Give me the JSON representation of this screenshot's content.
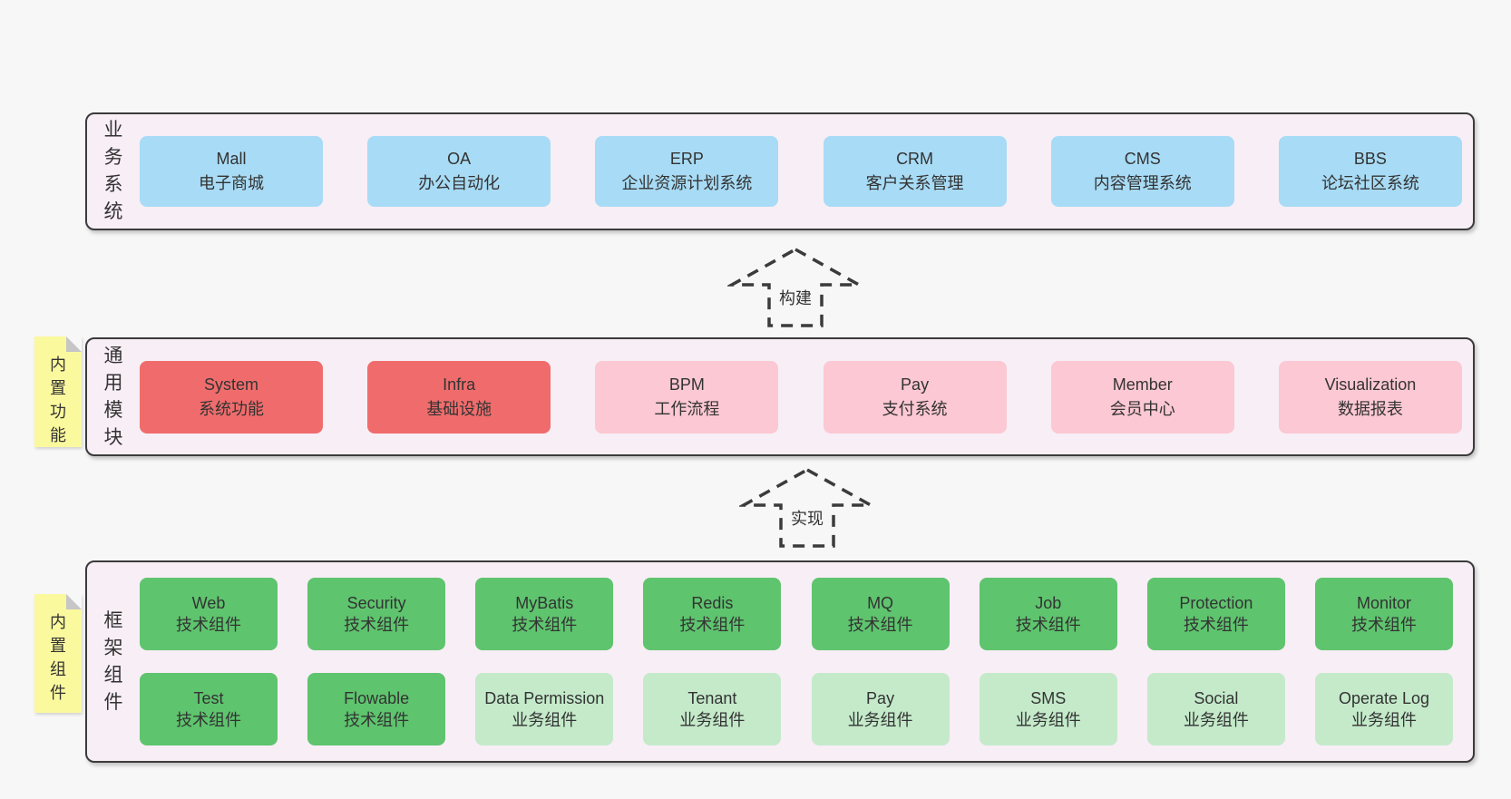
{
  "colors": {
    "page_bg": "#f7f7f7",
    "container_fill": "#f8eef6",
    "container_border": "#3b3b3b",
    "blue_box": "#a8dbf5",
    "red_box": "#f06c6c",
    "pink_box": "#fcc8d3",
    "green_box": "#5ec46e",
    "light_green_box": "#c4eaca",
    "note_yellow": "#fbf99e",
    "note_fold_gray": "#c6c6c6",
    "text": "#333333"
  },
  "business": {
    "label": "业务系统",
    "boxes": [
      {
        "en": "Mall",
        "zh": "电子商城"
      },
      {
        "en": "OA",
        "zh": "办公自动化"
      },
      {
        "en": "ERP",
        "zh": "企业资源计划系统"
      },
      {
        "en": "CRM",
        "zh": "客户关系管理"
      },
      {
        "en": "CMS",
        "zh": "内容管理系统"
      },
      {
        "en": "BBS",
        "zh": "论坛社区系统"
      }
    ]
  },
  "arrows": {
    "build": "构建",
    "implement": "实现"
  },
  "modules": {
    "note": "内置功能",
    "label": "通用模块",
    "boxes": [
      {
        "en": "System",
        "zh": "系统功能"
      },
      {
        "en": "Infra",
        "zh": "基础设施"
      },
      {
        "en": "BPM",
        "zh": "工作流程"
      },
      {
        "en": "Pay",
        "zh": "支付系统"
      },
      {
        "en": "Member",
        "zh": "会员中心"
      },
      {
        "en": "Visualization",
        "zh": "数据报表"
      }
    ]
  },
  "components": {
    "note": "内置组件",
    "label": "框架组件",
    "row1": [
      {
        "en": "Web",
        "zh": "技术组件"
      },
      {
        "en": "Security",
        "zh": "技术组件"
      },
      {
        "en": "MyBatis",
        "zh": "技术组件"
      },
      {
        "en": "Redis",
        "zh": "技术组件"
      },
      {
        "en": "MQ",
        "zh": "技术组件"
      },
      {
        "en": "Job",
        "zh": "技术组件"
      },
      {
        "en": "Protection",
        "zh": "技术组件"
      },
      {
        "en": "Monitor",
        "zh": "技术组件"
      }
    ],
    "row2": [
      {
        "en": "Test",
        "zh": "技术组件"
      },
      {
        "en": "Flowable",
        "zh": "技术组件"
      },
      {
        "en": "Data Permission",
        "zh": "业务组件"
      },
      {
        "en": "Tenant",
        "zh": "业务组件"
      },
      {
        "en": "Pay",
        "zh": "业务组件"
      },
      {
        "en": "SMS",
        "zh": "业务组件"
      },
      {
        "en": "Social",
        "zh": "业务组件"
      },
      {
        "en": "Operate Log",
        "zh": "业务组件"
      }
    ]
  }
}
